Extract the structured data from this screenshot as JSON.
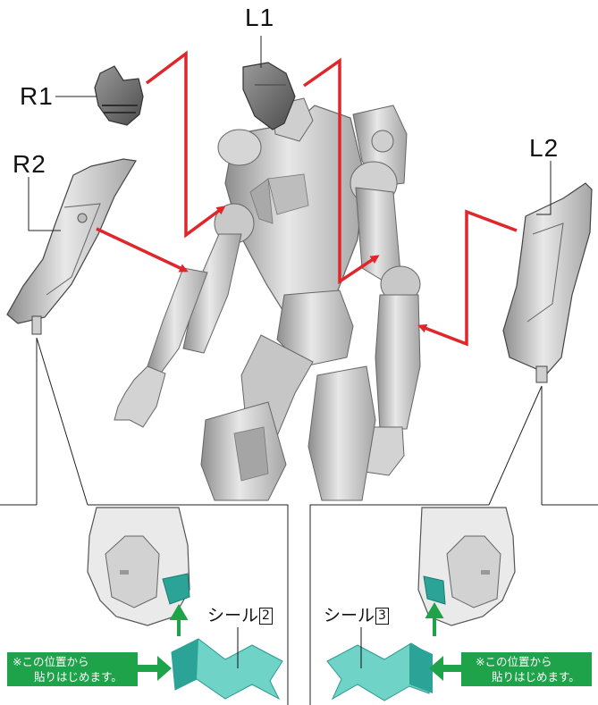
{
  "labels": {
    "r1": "R1",
    "r2": "R2",
    "l1": "L1",
    "l2": "L2"
  },
  "detail_left": {
    "seal_text": "シール",
    "seal_number": "2",
    "note_line1": "※この位置から",
    "note_line2": "貼りはじめます。"
  },
  "detail_right": {
    "seal_text": "シール",
    "seal_number": "3",
    "note_line1": "※この位置から",
    "note_line2": "貼りはじめます。"
  },
  "colors": {
    "arrow_red": "#e0262b",
    "arrow_green": "#1fa34a",
    "note_bg": "#1fa34a",
    "seal_teal": "#6fd3c7",
    "seal_teal_dark": "#2ba497",
    "part_grey": "#d9d9d9"
  }
}
